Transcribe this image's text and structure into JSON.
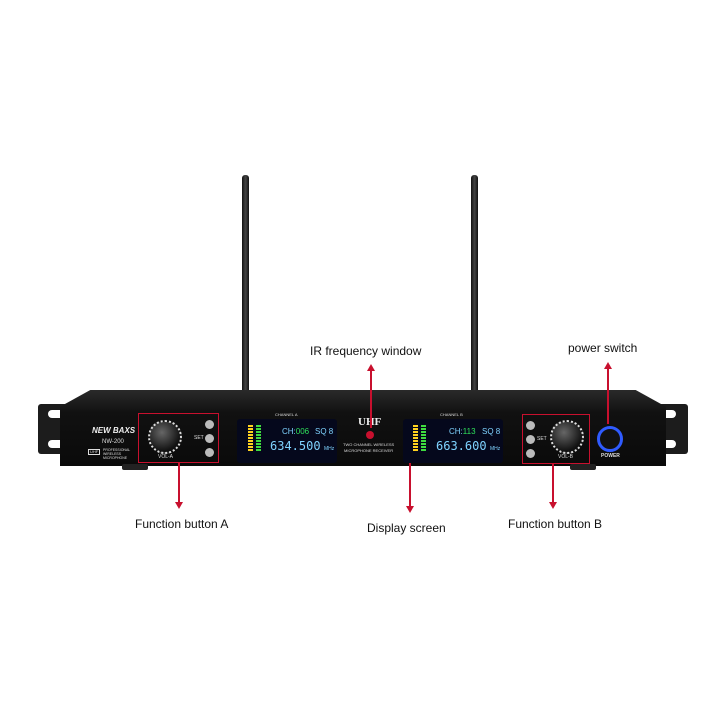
{
  "annotations": {
    "ir_window": "IR frequency window",
    "power_switch": "power switch",
    "function_a": "Function button A",
    "display_screen": "Display screen",
    "function_b": "Function button B"
  },
  "device": {
    "brand": "NEW BAXS",
    "model": "NW-200",
    "badge": "UHF",
    "badge_text": "PROFESSIONAL WIRELESS MICROPHONE",
    "center_logo": "UHF",
    "center_text_1": "TWO CHANNEL WIRELESS",
    "center_text_2": "MICROPHONE RECEIVER",
    "vol_a": "VOL-A",
    "vol_b": "VOL-B",
    "set": "SET",
    "power": "POWER",
    "channel_a": {
      "label": "CHANNEL A",
      "ch_label": "CH:",
      "ch": "006",
      "sq": "SQ 8",
      "freq": "634.500",
      "unit": "MHz"
    },
    "channel_b": {
      "label": "CHANNEL B",
      "ch_label": "CH:",
      "ch": "113",
      "sq": "SQ 8",
      "freq": "663.600",
      "unit": "MHz"
    }
  },
  "colors": {
    "accent": "#c8102e",
    "power_ring": "#2f5bff"
  }
}
